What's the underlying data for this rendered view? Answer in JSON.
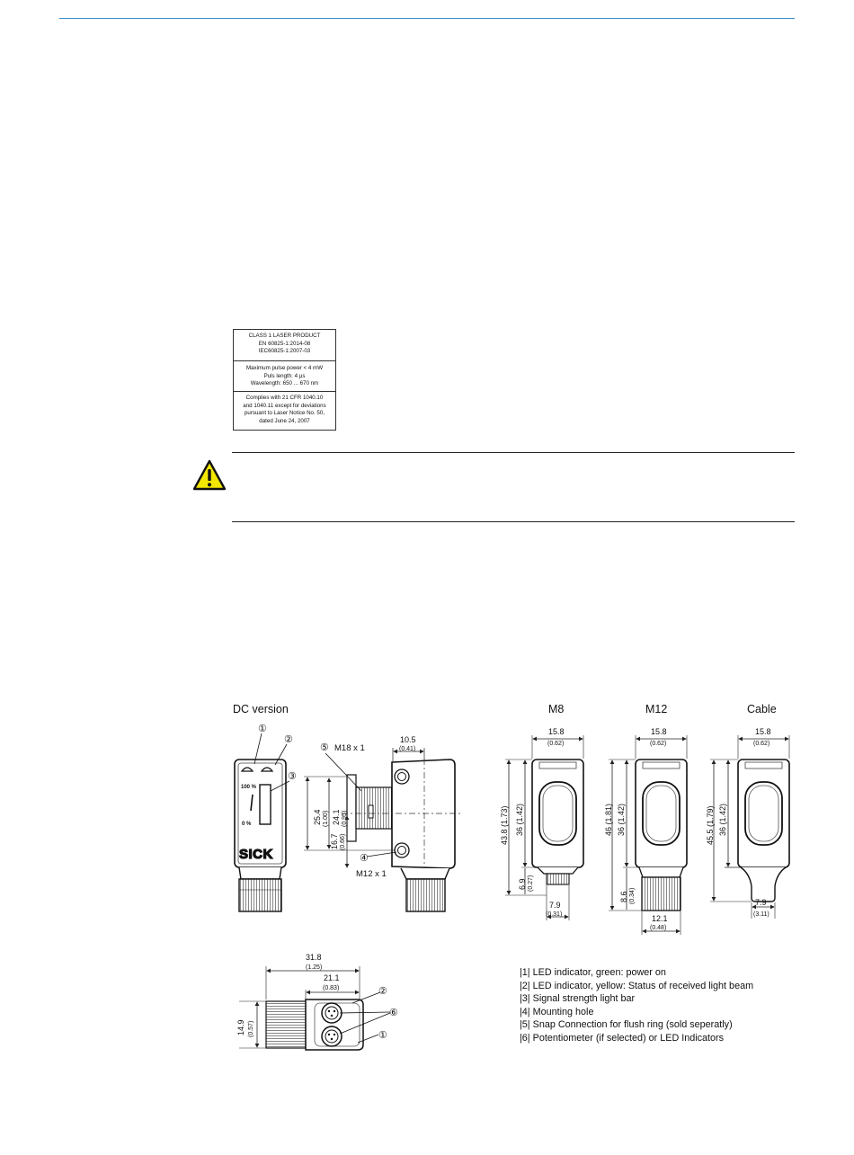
{
  "laser_label": {
    "section1": [
      "CLASS 1 LASER PRODUCT",
      "EN 60825-1:2014-08",
      "IEC60825-1:2007-03"
    ],
    "section2": [
      "Maximum pulse power < 4 mW",
      "Puls length: 4 µs",
      "Wavelength: 650 ... 670 nm"
    ],
    "section3": [
      "Complies with 21 CFR 1040.10",
      "and 1040.11 except for deviations",
      "pursuant to Laser Notice No. 50,",
      "dated June 24, 2007"
    ]
  },
  "warning_icon": "warning-triangle-icon",
  "drawing": {
    "captions": {
      "dc_version": "DC version",
      "m8": "M8",
      "m12": "M12",
      "cable": "Cable"
    },
    "callouts": {
      "c1": "①",
      "c2": "②",
      "c3": "③",
      "c4": "④",
      "c5": "⑤",
      "c6": "⑥"
    },
    "dc": {
      "thread_top": "M18 x 1",
      "thread_bottom": "M12 x 1",
      "depth": "10.5",
      "depth_in": "(0.41)",
      "h1": "25.4",
      "h1_in": "(1.00)",
      "h2": "24.1",
      "h2_in": "(0.95)",
      "h3": "16.7",
      "h3_in": "(0.66)",
      "pct_top": "100 %",
      "pct_bottom": "0 %",
      "logo": "SICK"
    },
    "m8": {
      "width": "15.8",
      "width_in": "(0.62)",
      "h_total": "43.8 (1.73)",
      "h_body": "36 (1.42)",
      "conn": "6.9",
      "conn_in": "(0.27)",
      "bottom": "7.9",
      "bottom_in": "(0.31)"
    },
    "m12": {
      "width": "15.8",
      "width_in": "(0.62)",
      "h_total": "46 (1.81)",
      "h_body": "36 (1.42)",
      "conn": "8.6",
      "conn_in": "(0.34)",
      "bottom": "12.1",
      "bottom_in": "(0.48)"
    },
    "cable": {
      "width": "15.8",
      "width_in": "(0.62)",
      "h_total": "45.5 (1.79)",
      "h_body": "36 (1.42)",
      "bottom": "7.9",
      "bottom_in": "(3.11)"
    },
    "back": {
      "length": "31.8",
      "length_in": "(1.25)",
      "inner": "21.1",
      "inner_in": "(0.83)",
      "height": "14.9",
      "height_in": "(0.57)"
    }
  },
  "legend": [
    "|1| LED indicator, green: power on",
    "|2| LED indicator, yellow: Status of received light beam",
    "|3| Signal strength light bar",
    "|4| Mounting hole",
    "|5| Snap Connection for flush ring (sold seperatly)",
    "|6| Potentiometer (if selected) or LED Indicators"
  ]
}
